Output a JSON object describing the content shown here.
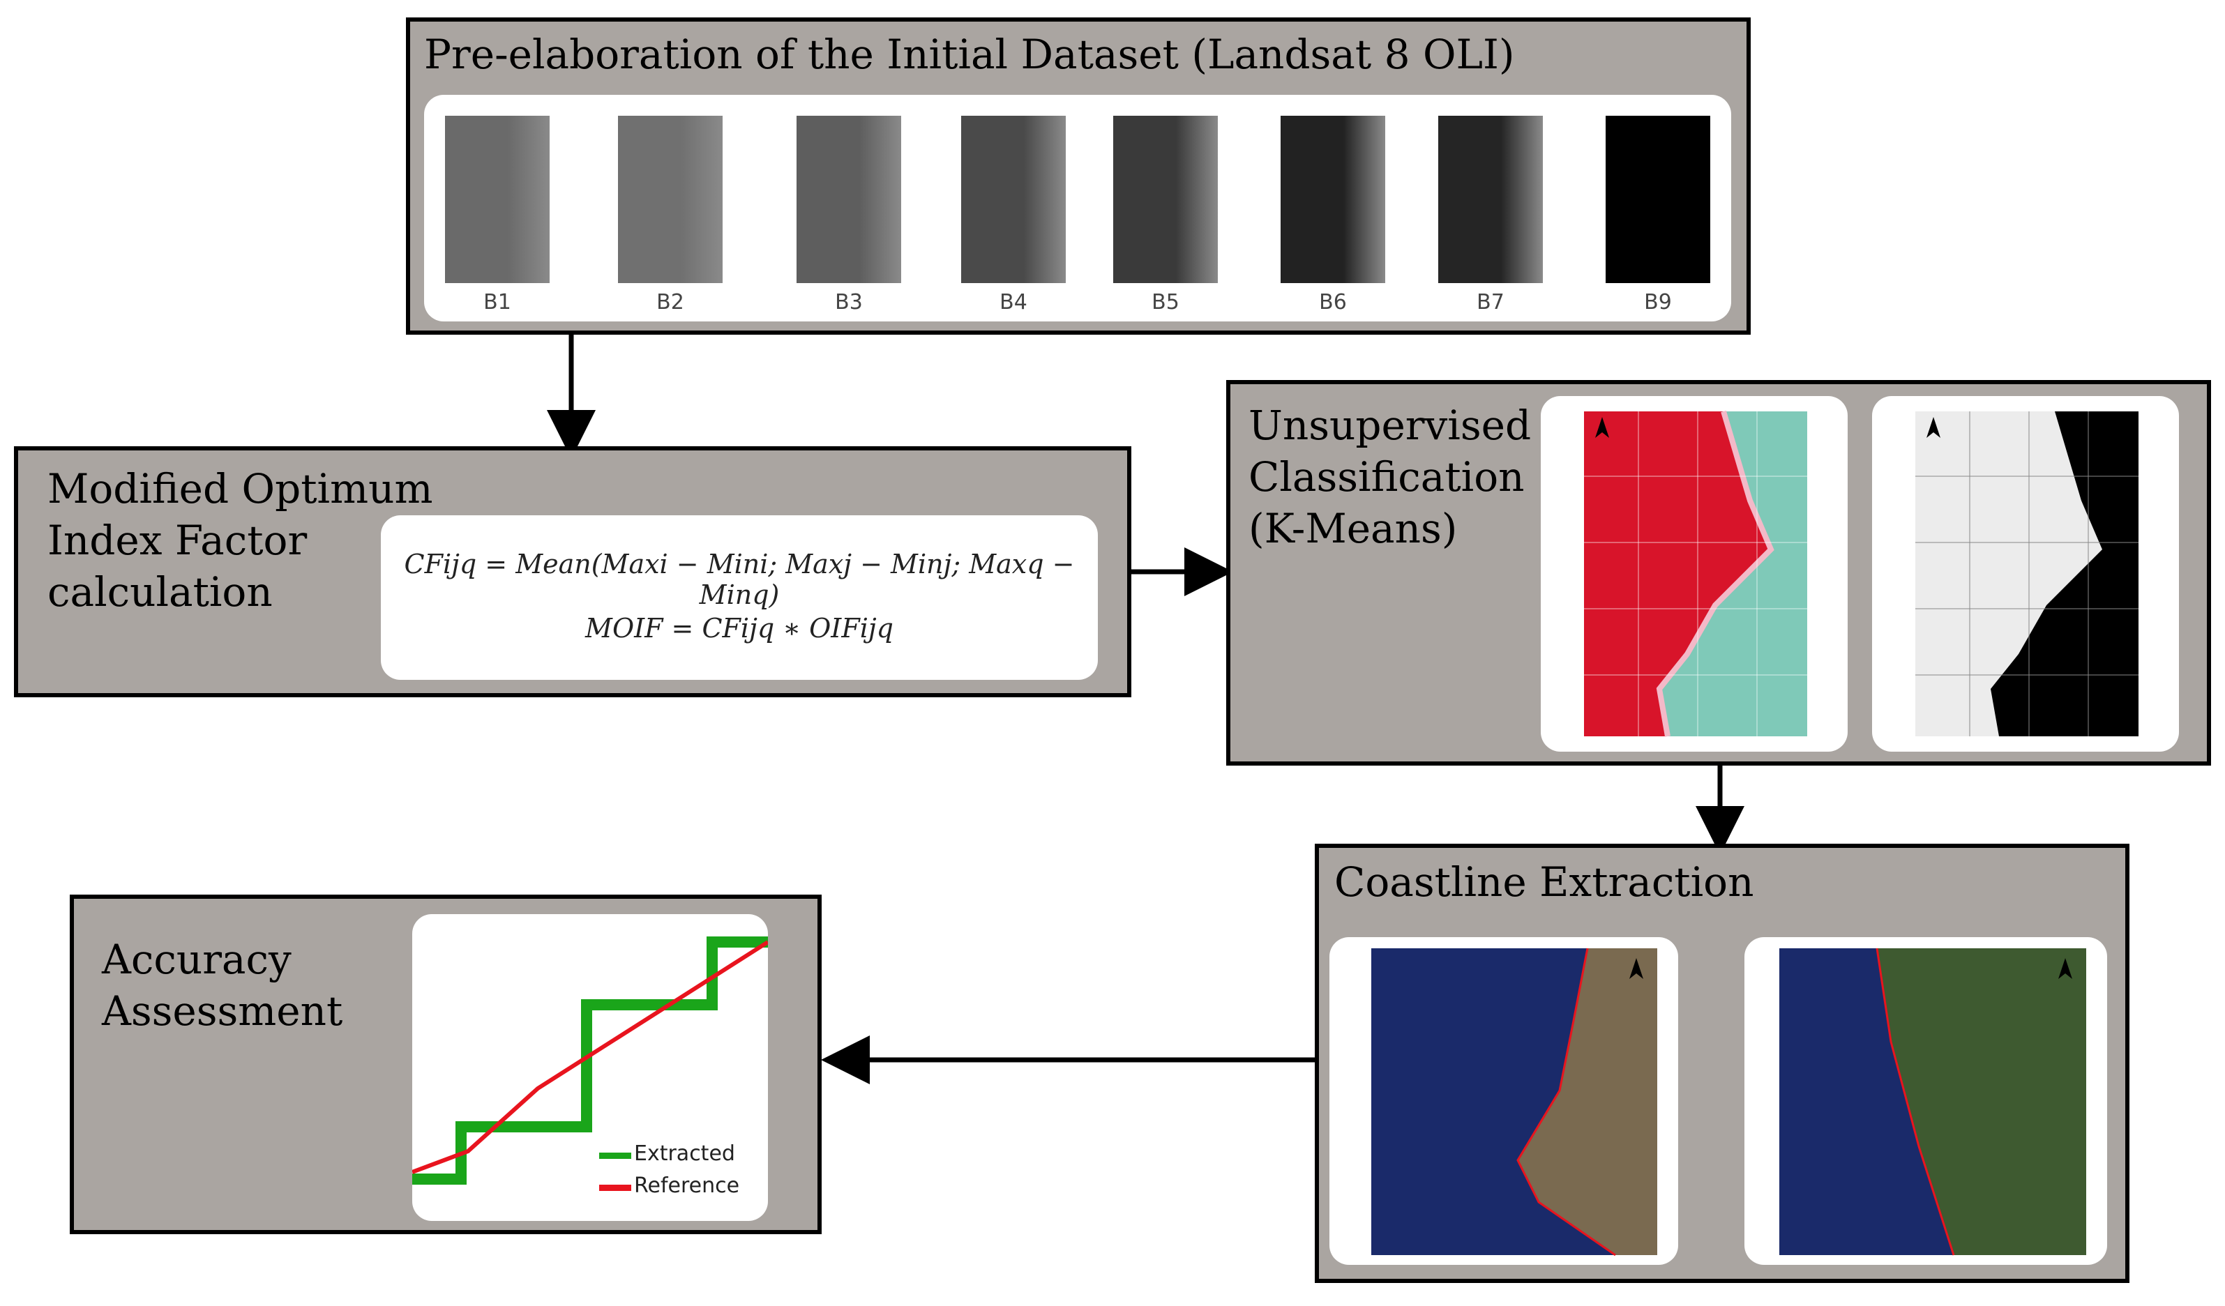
{
  "boxes": {
    "pre": {
      "title": "Pre-elaboration of the Initial Dataset (Landsat 8 OLI)"
    },
    "moif": {
      "title": "Modified Optimum\nIndex Factor\ncalculation",
      "formula1": "CFijq = Mean(Maxi − Mini; Maxj − Minj; Maxq − Minq)",
      "formula2": "MOIF = CFijq ∗ OIFijq"
    },
    "unsup": {
      "title": "Unsupervised\nClassification\n(K-Means)"
    },
    "coast": {
      "title": "Coastline Extraction"
    },
    "acc": {
      "title": "Accuracy\nAssessment",
      "legend": [
        "Extracted",
        "Reference"
      ]
    }
  },
  "bands": [
    {
      "label": "B1",
      "shade": "#6a6a6a"
    },
    {
      "label": "B2",
      "shade": "#707070"
    },
    {
      "label": "B3",
      "shade": "#5e5e5e"
    },
    {
      "label": "B4",
      "shade": "#4a4a4a"
    },
    {
      "label": "B5",
      "shade": "#3a3a3a"
    },
    {
      "label": "B6",
      "shade": "#222222"
    },
    {
      "label": "B7",
      "shade": "#252525"
    },
    {
      "label": "B9",
      "shade": "#000000"
    }
  ],
  "colors": {
    "box_fill": "#aaa5a1",
    "extracted": "#1aa51a",
    "reference": "#e8141e",
    "sea": "#1a2a6a",
    "false_color": "#d8142a",
    "land_cyan": "#7fc9b8"
  },
  "icons": [
    "arrow-down-icon",
    "arrow-right-icon",
    "arrow-left-icon",
    "north-arrow-icon"
  ]
}
